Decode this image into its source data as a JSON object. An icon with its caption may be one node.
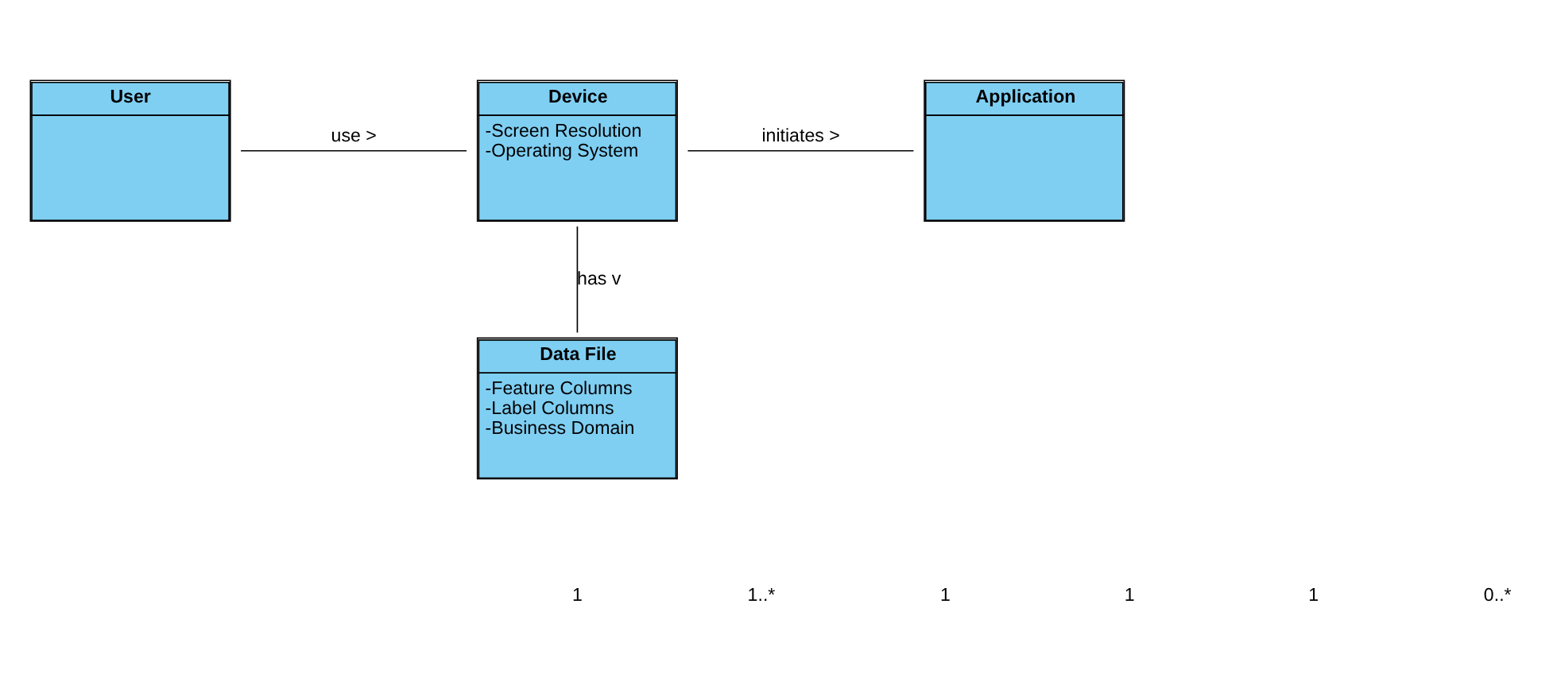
{
  "diagram": {
    "nodes": [
      {
        "text": [
          "User"
        ]
      },
      {
        "text": [
          "Device",
          "-Screen Resolution",
          "-Operating System"
        ]
      },
      {
        "text": [
          "Application"
        ]
      },
      {
        "text": [
          "Data File",
          "-Feature Columns",
          "-Label Columns",
          "-Business Domain"
        ]
      }
    ],
    "edges": [
      {
        "from": 0,
        "to": 1,
        "arrow": "none",
        "label": "use >"
      },
      {
        "from": 1,
        "to": 2,
        "arrow": "none",
        "label": "initiates >"
      },
      {
        "from": 1,
        "to": 3,
        "arrow": "none",
        "label": "has v"
      }
    ],
    "labels": [
      "1",
      "1..*",
      "1",
      "1",
      "1",
      "0..*"
    ]
  }
}
